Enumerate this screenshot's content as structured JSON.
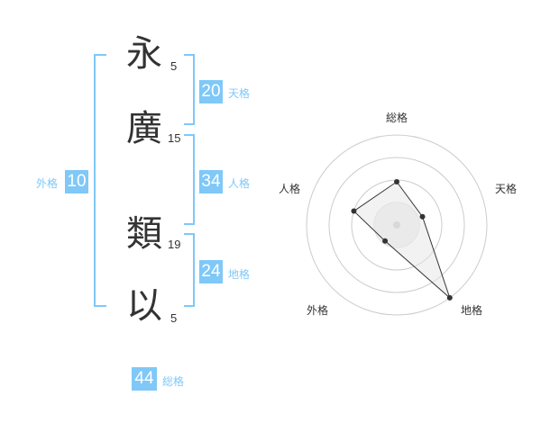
{
  "name": {
    "chars": [
      {
        "char": "永",
        "strokes": "5"
      },
      {
        "char": "廣",
        "strokes": "15"
      },
      {
        "char": "類",
        "strokes": "19"
      },
      {
        "char": "以",
        "strokes": "5"
      }
    ]
  },
  "fortunes": {
    "tenkaku": {
      "value": "20",
      "label": "天格"
    },
    "jinkaku": {
      "value": "34",
      "label": "人格"
    },
    "chikaku": {
      "value": "24",
      "label": "地格"
    },
    "gaikaku": {
      "value": "10",
      "label": "外格"
    },
    "soukaku": {
      "value": "44",
      "label": "総格"
    }
  },
  "chart_data": {
    "type": "radar",
    "axes": [
      "総格",
      "天格",
      "地格",
      "外格",
      "人格"
    ],
    "values": [
      0.48,
      0.3,
      1.0,
      0.22,
      0.5
    ],
    "rings": 4,
    "colors": {
      "grid": "#cccccc",
      "fill": "#eeeeee",
      "line": "#333333",
      "center": "#cccccc"
    }
  }
}
